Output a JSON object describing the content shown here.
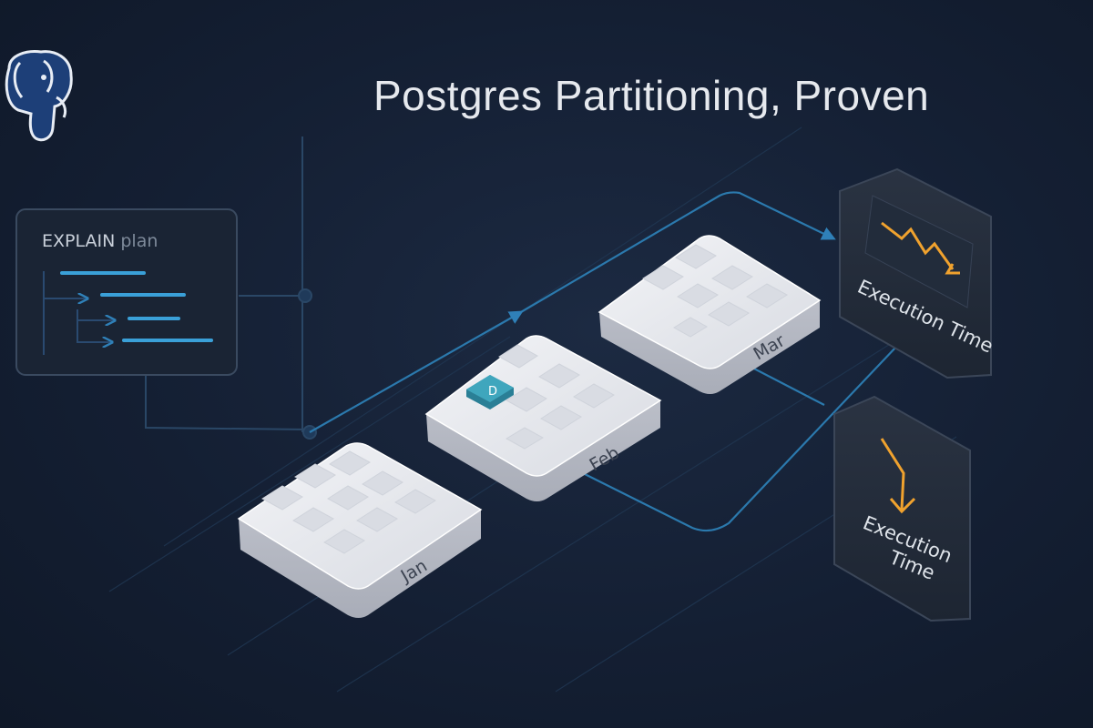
{
  "title": "Postgres Partitioning, Proven",
  "explain_panel": {
    "label_main": "EXPLAIN",
    "label_sub": "plan"
  },
  "partitions": [
    {
      "label": "Jan"
    },
    {
      "label": "Feb"
    },
    {
      "label": "Mar"
    }
  ],
  "result_cards": [
    {
      "label": "Execution Time",
      "trend": "down-zigzag"
    },
    {
      "label_line1": "Execution",
      "label_line2": "Time",
      "trend": "down-hook"
    }
  ],
  "colors": {
    "background": "#141f33",
    "accent_line": "#2a6f9e",
    "plan_bar": "#3aa0d8",
    "arrow_orange": "#f0a22e",
    "tile_face": "#e8e9ee",
    "marker_teal": "#3a9db5",
    "logo_blue": "#2f6db5"
  },
  "icons": [
    "postgres-elephant-icon",
    "partition-marker-icon",
    "trend-down-icon"
  ]
}
